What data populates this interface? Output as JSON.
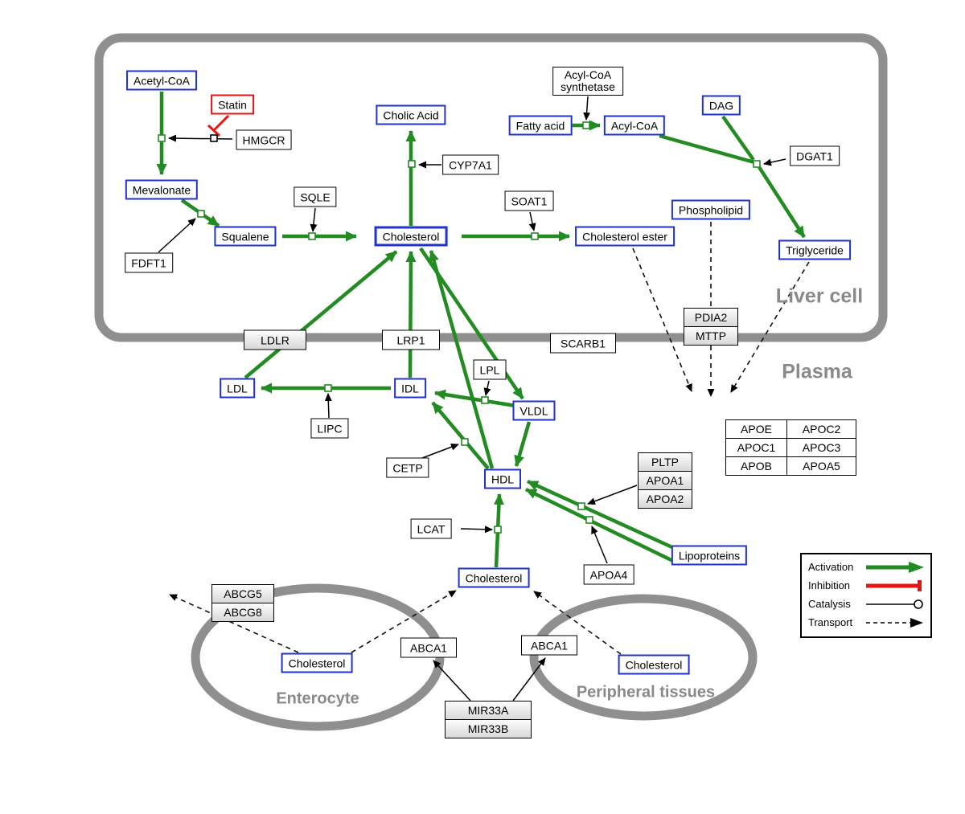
{
  "colors": {
    "activation": "#228B22",
    "inhibition": "#e81414",
    "catalysis": "#000000",
    "transport": "#000000",
    "metabolite_border": "#2233cc",
    "compartment_gray": "#8a8a8a"
  },
  "compartments": {
    "liver": {
      "label": "Liver cell"
    },
    "plasma": {
      "label": "Plasma"
    },
    "enterocyte": {
      "label": "Enterocyte"
    },
    "peripheral": {
      "label": "Peripheral tissues"
    }
  },
  "nodes": {
    "acetyl_coa": "Acetyl-CoA",
    "statin": "Statin",
    "hmgcr": "HMGCR",
    "mevalonate": "Mevalonate",
    "fdft1": "FDFT1",
    "squalene": "Squalene",
    "sqle": "SQLE",
    "cholic_acid": "Cholic Acid",
    "cyp7a1": "CYP7A1",
    "cholesterol_liver": "Cholesterol",
    "soat1": "SOAT1",
    "cholesterol_ester": "Cholesterol ester",
    "fatty_acid": "Fatty acid",
    "acyl_coa_synthetase_line1": "Acyl-CoA",
    "acyl_coa_synthetase_line2": "synthetase",
    "acyl_coa": "Acyl-CoA",
    "dag": "DAG",
    "dgat1": "DGAT1",
    "phospholipid": "Phospholipid",
    "triglyceride": "Triglyceride",
    "pdia2": "PDIA2",
    "mttp": "MTTP",
    "ldlr": "LDLR",
    "lrp1": "LRP1",
    "scarb1": "SCARB1",
    "lpl": "LPL",
    "ldl": "LDL",
    "idl": "IDL",
    "vldl": "VLDL",
    "lipc": "LIPC",
    "cetp": "CETP",
    "hdl": "HDL",
    "lcat": "LCAT",
    "pltp": "PLTP",
    "apoa1": "APOA1",
    "apoa2": "APOA2",
    "apoa4": "APOA4",
    "lipoproteins": "Lipoproteins",
    "apoe": "APOE",
    "apoc2": "APOC2",
    "apoc1": "APOC1",
    "apoc3": "APOC3",
    "apob": "APOB",
    "apoa5": "APOA5",
    "cholesterol_plasma": "Cholesterol",
    "abcg5": "ABCG5",
    "abcg8": "ABCG8",
    "cholesterol_enterocyte": "Cholesterol",
    "abca1_enterocyte": "ABCA1",
    "abca1_peripheral": "ABCA1",
    "cholesterol_peripheral": "Cholesterol",
    "mir33a": "MIR33A",
    "mir33b": "MIR33B"
  },
  "legend": {
    "activation": "Activation",
    "inhibition": "Inhibition",
    "catalysis": "Catalysis",
    "transport": "Transport"
  }
}
